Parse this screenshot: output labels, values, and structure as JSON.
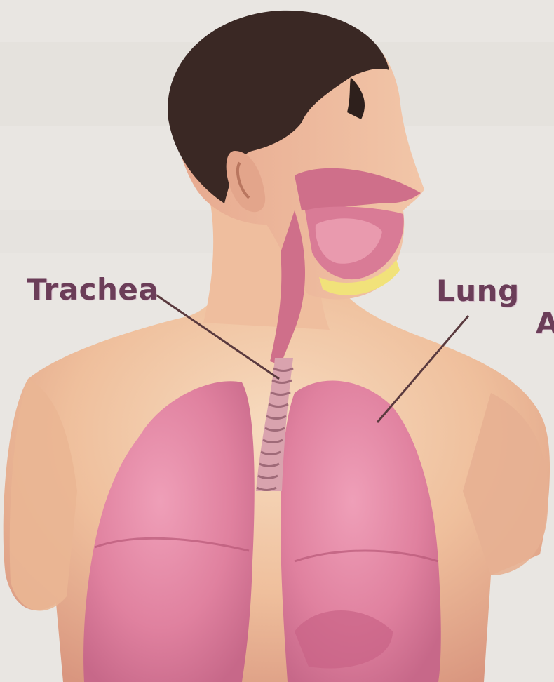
{
  "labels": {
    "trachea": "Trachea",
    "lung": "Lung",
    "partial_edge": "A"
  },
  "colors": {
    "paper": "#e9e6e2",
    "skin": "#f0c3a0",
    "skin_shadow": "#d99a84",
    "lung": "#e0819f",
    "lung_dark": "#c76889",
    "hair": "#3a2824",
    "label_text": "#6b3d58",
    "leader_line": "#5a3a3e"
  }
}
